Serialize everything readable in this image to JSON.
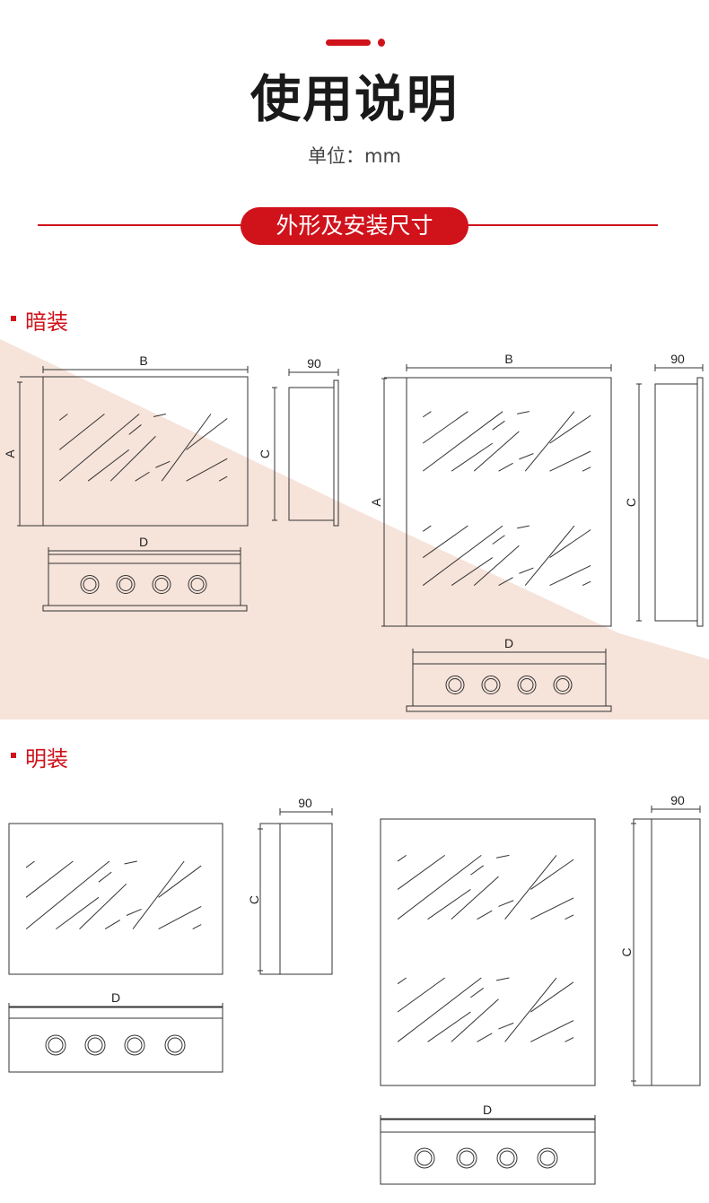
{
  "header": {
    "title": "使用说明",
    "unit": "单位：mm"
  },
  "banner": {
    "label": "外形及安装尺寸"
  },
  "sections": [
    {
      "label": "暗装"
    },
    {
      "label": "明装"
    }
  ],
  "dims": {
    "A": "A",
    "B": "B",
    "C": "C",
    "D": "D",
    "depth": "90"
  },
  "colors": {
    "accent": "#d0121b",
    "peach": "#f6e3da",
    "line": "#333333"
  }
}
